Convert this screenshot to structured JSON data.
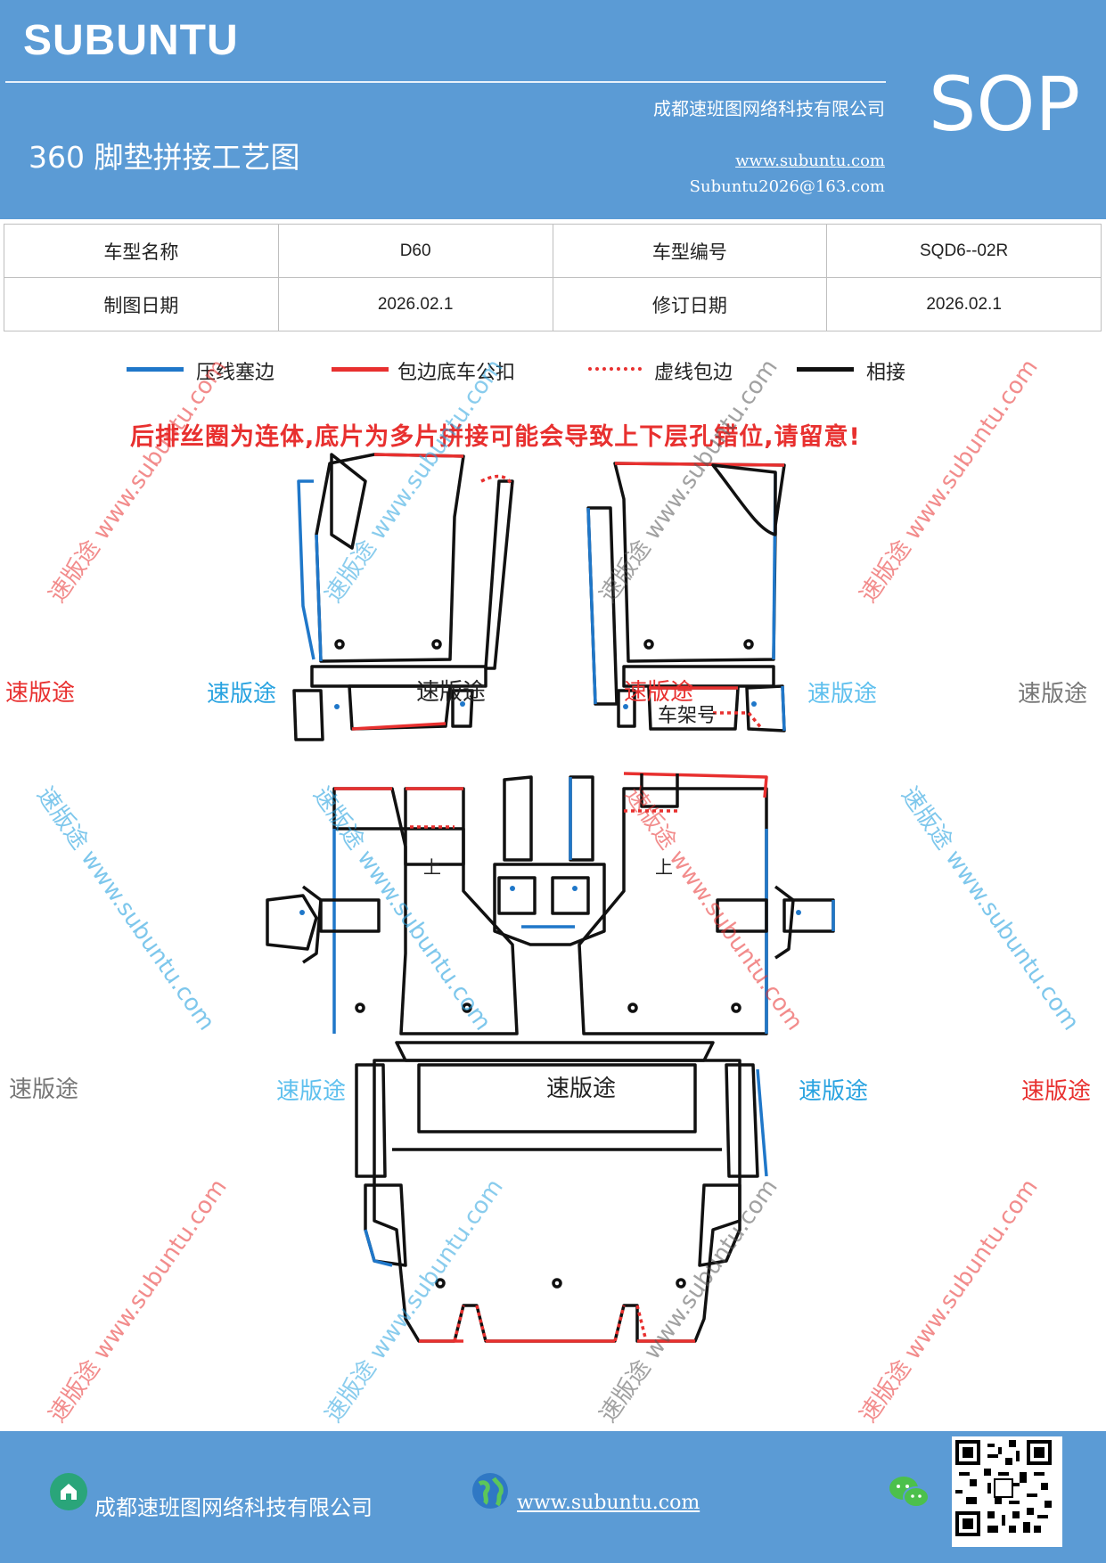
{
  "header": {
    "brand": "SUBUNTU",
    "company": "成都速班图网络科技有限公司",
    "title": "360 脚垫拼接工艺图",
    "url": "www.subuntu.com",
    "email": "Subuntu2026@163.com",
    "badge": "SOP",
    "background_color": "#5b9bd5"
  },
  "info_table": {
    "rows": [
      [
        "车型名称",
        "D60",
        "车型编号",
        "SQD6--02R"
      ],
      [
        "制图日期",
        "2026.02.1",
        "修订日期",
        "2026.02.1"
      ]
    ]
  },
  "legend": [
    {
      "label": "压线塞边",
      "color": "#1f77c9",
      "style": "solid"
    },
    {
      "label": "包边底车公扣",
      "color": "#e8302f",
      "style": "solid"
    },
    {
      "label": "虚线包边",
      "color": "#e8302f",
      "style": "dotted"
    },
    {
      "label": "相接",
      "color": "#111111",
      "style": "solid"
    }
  ],
  "warning": "后排丝圈为连体,底片为多片拼接可能会导致上下层孔错位,请留意!",
  "diagram_labels": {
    "front_left": "速版途",
    "front_right_top": "速版途",
    "frame_number": "车架号",
    "rear_center": "速版途",
    "mid_left_mark": "上",
    "mid_right_mark": "上"
  },
  "watermarks": {
    "brand_text": "速版途",
    "diagonal_text": "速版途 www.subuntu.com"
  },
  "footer": {
    "company": "成都速班图网络科技有限公司",
    "url": "www.subuntu.com",
    "icons": [
      "home-icon",
      "globe-icon",
      "wechat-icon",
      "qr-code"
    ]
  }
}
